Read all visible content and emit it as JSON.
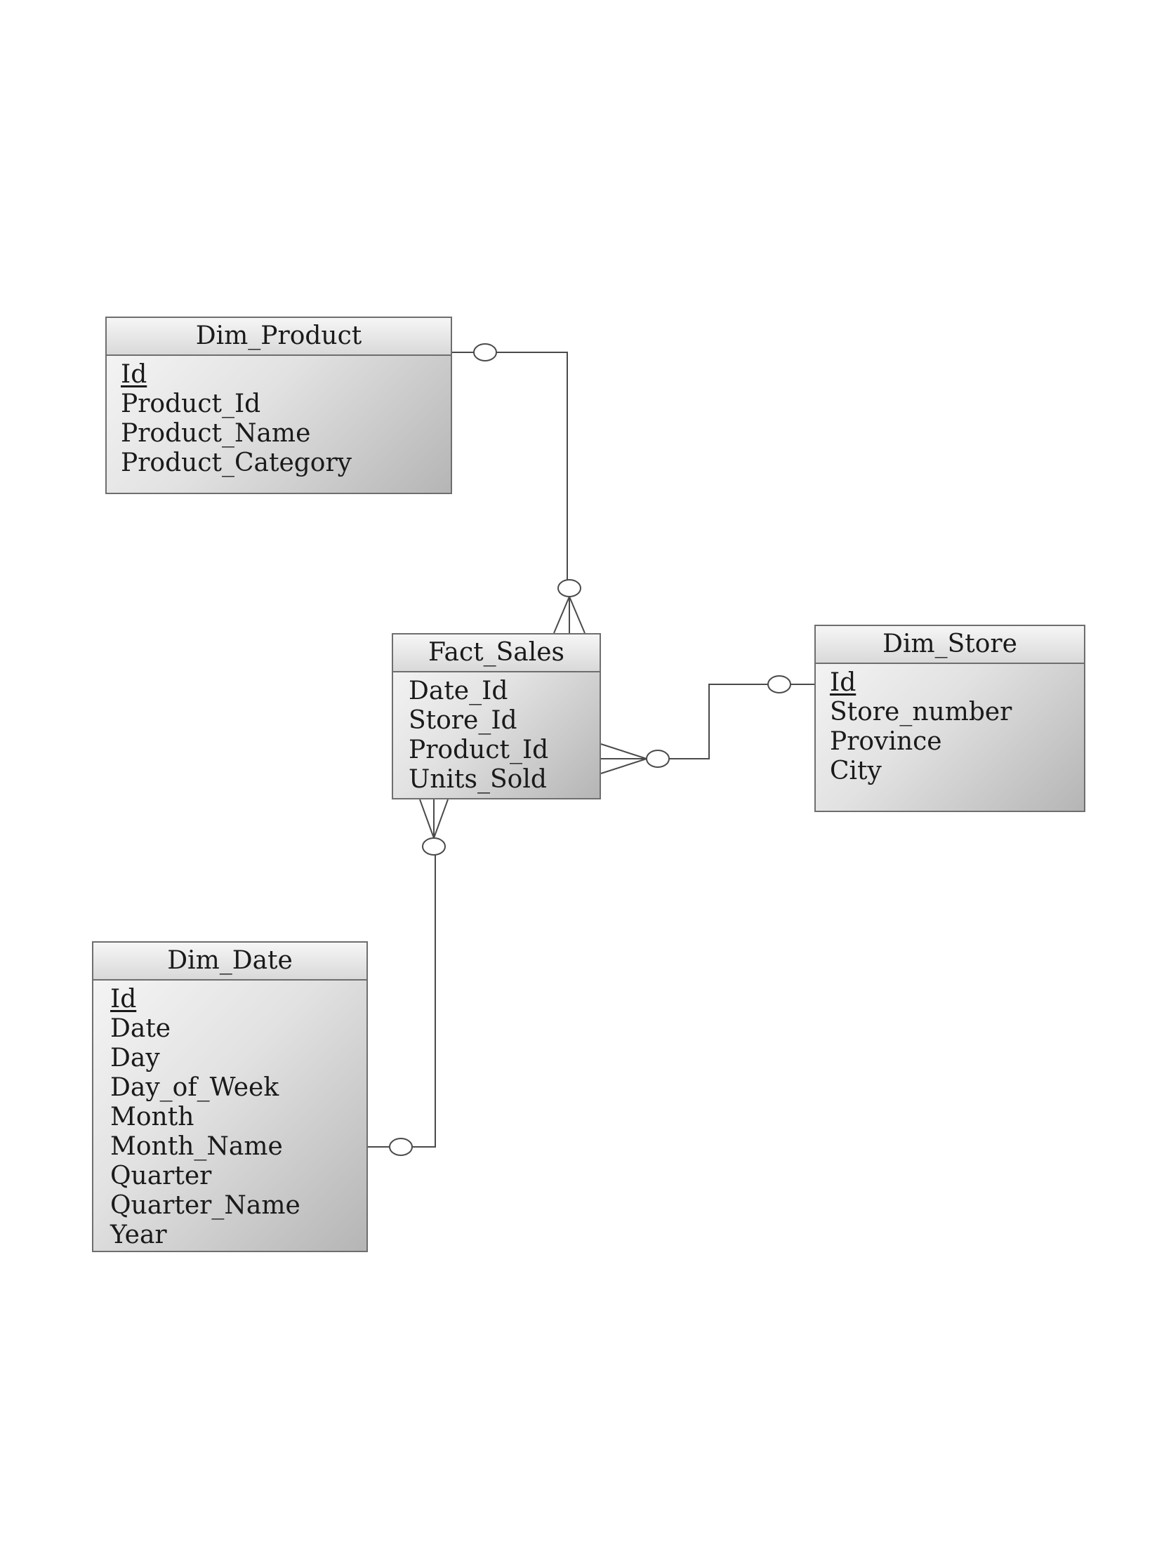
{
  "entities": {
    "dim_product": {
      "title": "Dim_Product",
      "attributes": [
        "Id",
        "Product_Id",
        "Product_Name",
        "Product_Category"
      ]
    },
    "fact_sales": {
      "title": "Fact_Sales",
      "attributes": [
        "Date_Id",
        "Store_Id",
        "Product_Id",
        "Units_Sold"
      ]
    },
    "dim_store": {
      "title": "Dim_Store",
      "attributes": [
        "Id",
        "Store_number",
        "Province",
        "City"
      ]
    },
    "dim_date": {
      "title": "Dim_Date",
      "attributes": [
        "Id",
        "Date",
        "Day",
        "Day_of_Week",
        "Month",
        "Month_Name",
        "Quarter",
        "Quarter_Name",
        "Year"
      ]
    }
  },
  "relationships": [
    {
      "from": "Dim_Product",
      "to": "Fact_Sales",
      "from_end": "zero-or-one",
      "to_end": "zero-or-many"
    },
    {
      "from": "Dim_Store",
      "to": "Fact_Sales",
      "from_end": "zero-or-one",
      "to_end": "zero-or-many"
    },
    {
      "from": "Dim_Date",
      "to": "Fact_Sales",
      "from_end": "zero-or-one",
      "to_end": "zero-or-many"
    }
  ],
  "colors": {
    "line": "#4a4a4a",
    "border": "#6e6e6e",
    "text": "#1a1a1a"
  }
}
